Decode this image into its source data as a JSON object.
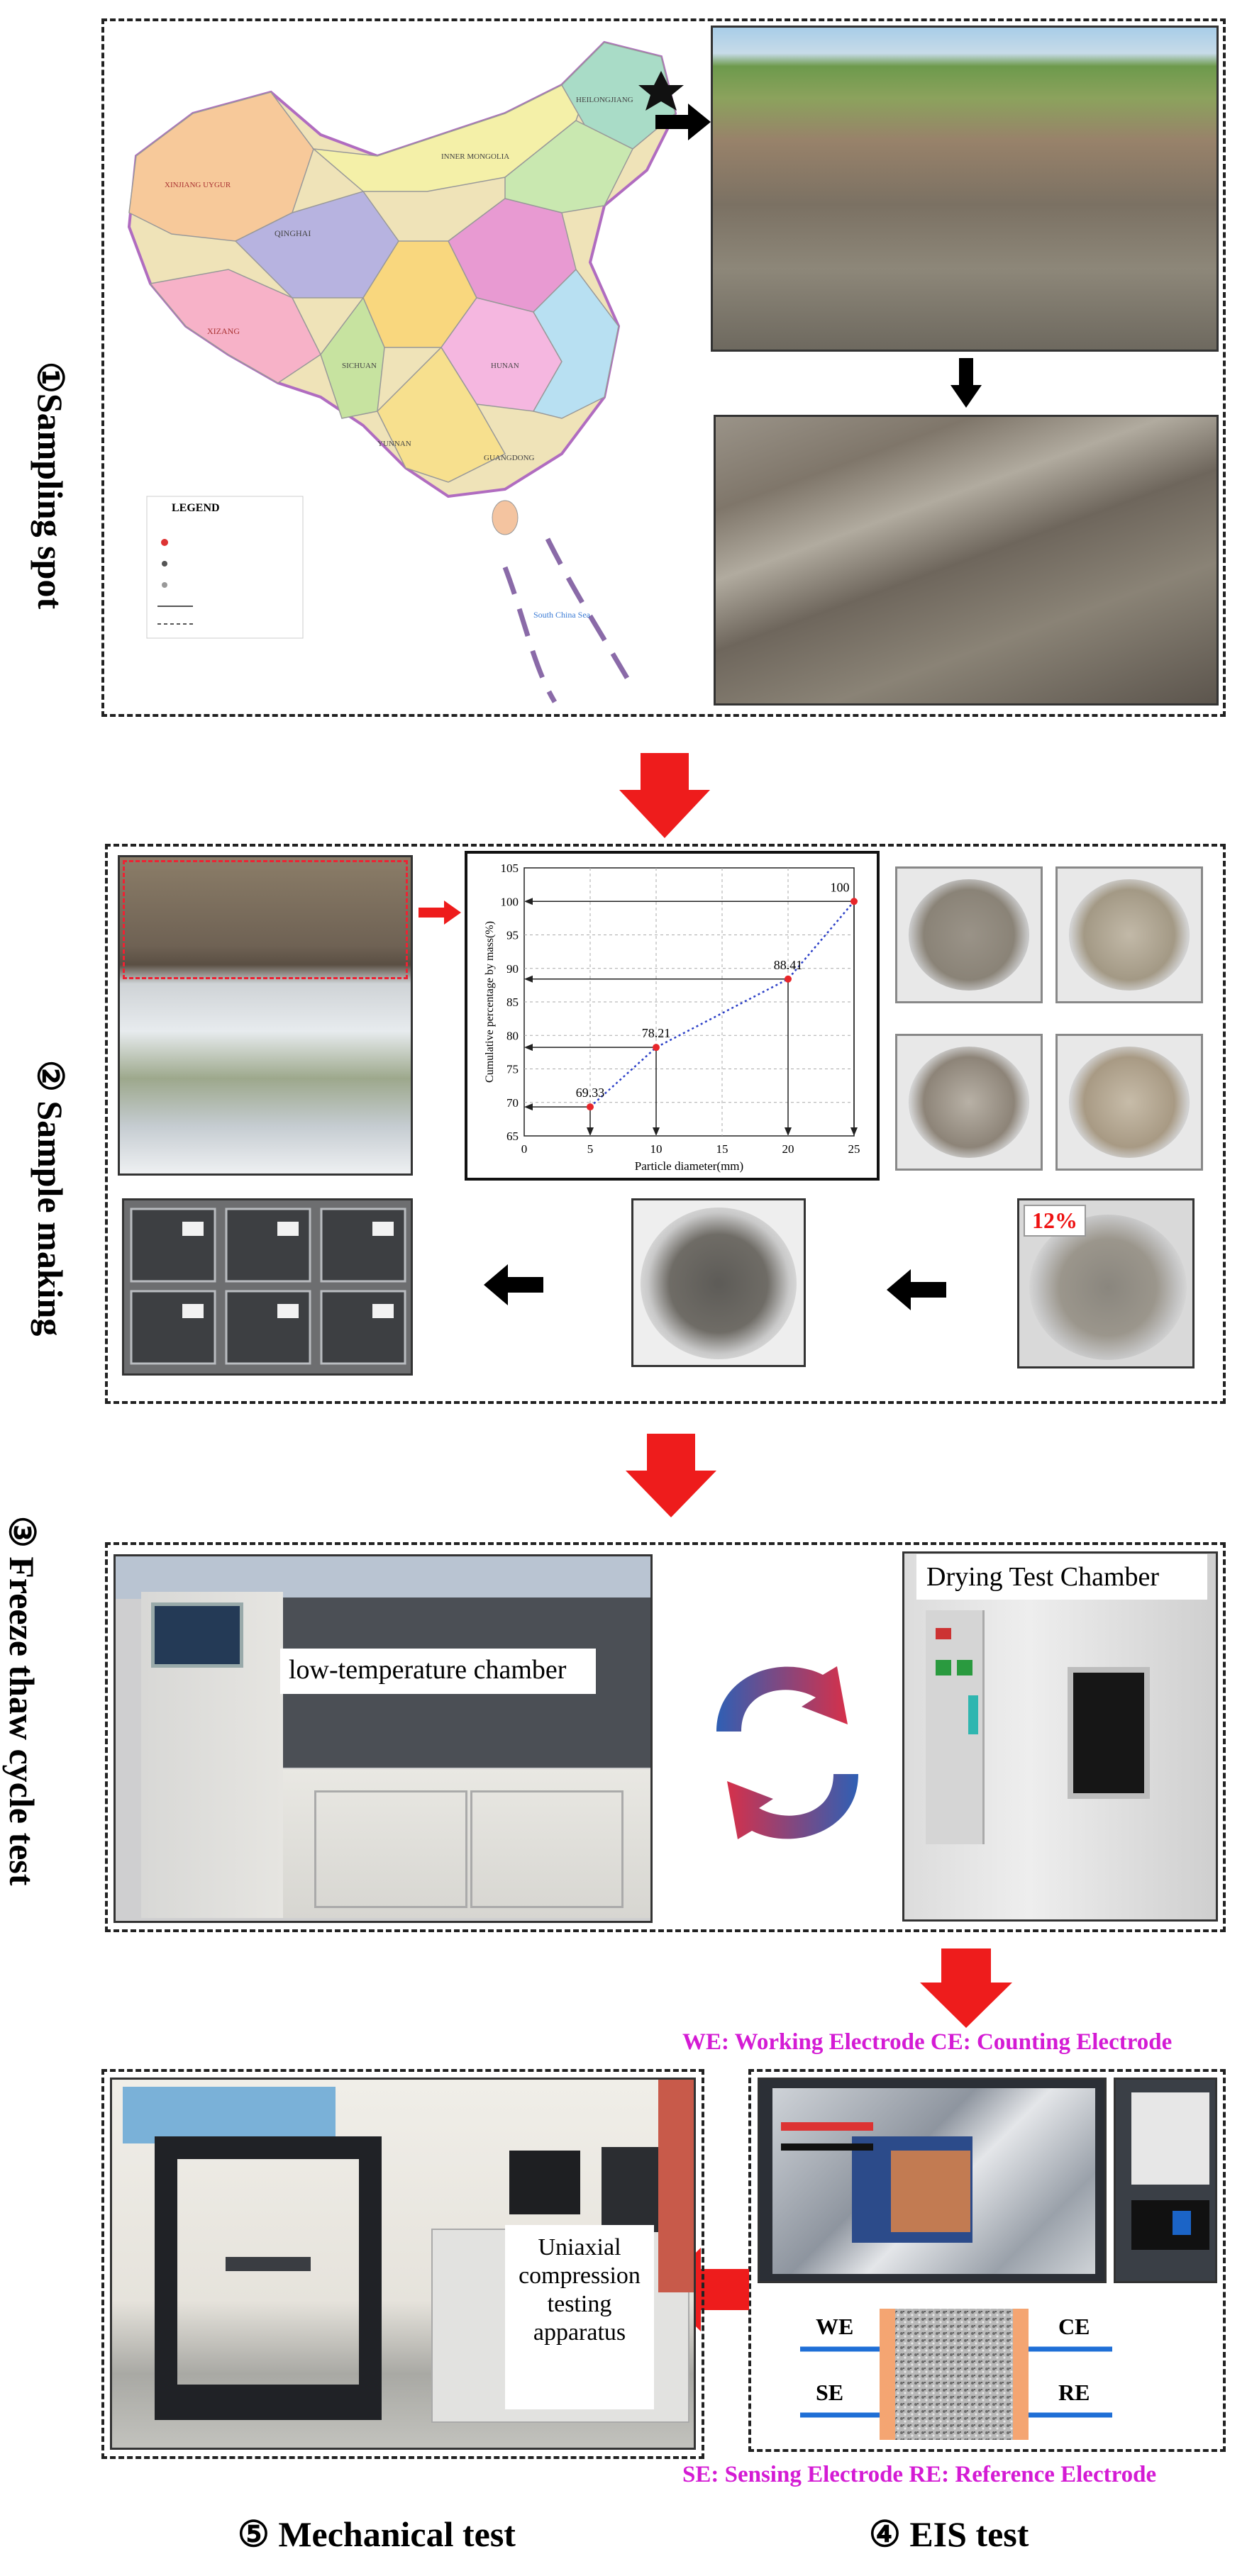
{
  "sections": {
    "s1": {
      "label": "①Sampling spot"
    },
    "s2": {
      "label": "② Sample making"
    },
    "s3": {
      "label": "③ Freeze thaw cycle test"
    },
    "s4": {
      "label": "④ EIS test"
    },
    "s5": {
      "label": "⑤ Mechanical test"
    }
  },
  "map": {
    "legend_title": "LEGEND",
    "labels": [
      "QINGHAI",
      "XINJIANG UYGUR",
      "XIZANG",
      "SICHUAN",
      "INNER MONGOLIA",
      "HEILONGJIANG",
      "HUNAN",
      "YUNNAN",
      "GUANGDONG",
      "South China Sea"
    ]
  },
  "sample": {
    "moisture_label": "12%"
  },
  "chart_data": {
    "type": "line",
    "x": [
      5,
      10,
      20,
      25
    ],
    "values": [
      69.33,
      78.21,
      88.41,
      100
    ],
    "data_labels": [
      "69.33",
      "78.21",
      "88.41",
      "100"
    ],
    "xlabel": "Particle diameter(mm)",
    "ylabel": "Cumulative percentage by mass(%)",
    "xlim": [
      0,
      25
    ],
    "ylim": [
      65,
      105
    ],
    "xticks": [
      0,
      5,
      10,
      15,
      20,
      25
    ],
    "yticks": [
      65,
      70,
      75,
      80,
      85,
      90,
      95,
      100,
      105
    ],
    "grid": true,
    "line_color": "#2b3fc7",
    "marker_color": "#e8262a"
  },
  "freeze": {
    "low_temp_label": "low-temperature chamber",
    "drying_label": "Drying Test Chamber"
  },
  "eis": {
    "top_legend": "WE: Working Electrode  CE: Counting Electrode",
    "bottom_legend": "SE: Sensing Electrode   RE: Reference Electrode",
    "we": "WE",
    "ce": "CE",
    "se": "SE",
    "re": "RE"
  },
  "mechanical": {
    "apparatus_label": "Uniaxial compression testing apparatus"
  },
  "colors": {
    "arrow_red": "#ee1c1c",
    "electrode_blue": "#1f6fd6",
    "electrode_orange": "#f4a572",
    "legend_magenta": "#d41bd4",
    "cycle_blue": "#2f5fb4",
    "cycle_red": "#d6304a"
  }
}
